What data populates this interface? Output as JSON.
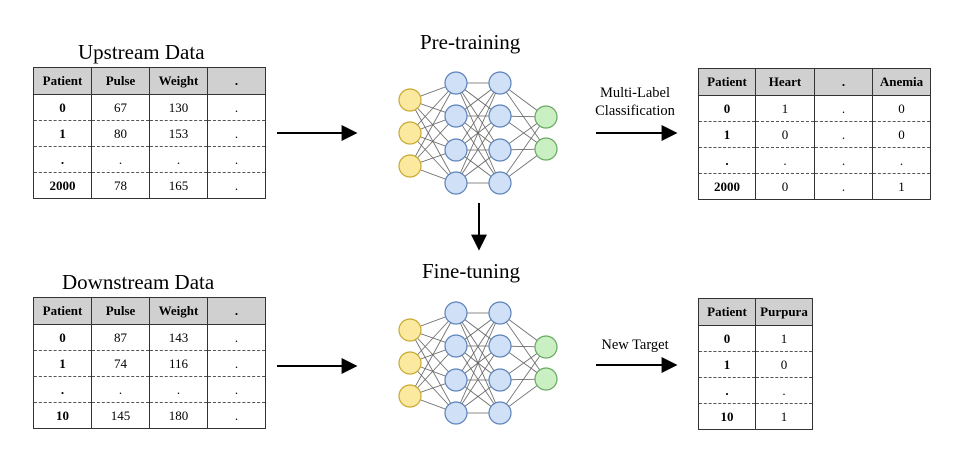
{
  "titles": {
    "upstream": "Upstream Data",
    "downstream": "Downstream Data",
    "pretraining": "Pre-training",
    "finetuning": "Fine-tuning"
  },
  "labels": {
    "multilabel_line1": "Multi-Label",
    "multilabel_line2": "Classification",
    "new_target": "New Target"
  },
  "upstream_table": {
    "headers": [
      "Patient",
      "Pulse",
      "Weight",
      "."
    ],
    "rows": [
      [
        "0",
        "67",
        "130",
        "."
      ],
      [
        "1",
        "80",
        "153",
        "."
      ],
      [
        ".",
        ".",
        ".",
        "."
      ],
      [
        "2000",
        "78",
        "165",
        "."
      ]
    ]
  },
  "downstream_table": {
    "headers": [
      "Patient",
      "Pulse",
      "Weight",
      "."
    ],
    "rows": [
      [
        "0",
        "87",
        "143",
        "."
      ],
      [
        "1",
        "74",
        "116",
        "."
      ],
      [
        ".",
        ".",
        ".",
        "."
      ],
      [
        "10",
        "145",
        "180",
        "."
      ]
    ]
  },
  "multilabel_table": {
    "headers": [
      "Patient",
      "Heart",
      ".",
      "Anemia"
    ],
    "rows": [
      [
        "0",
        "1",
        ".",
        "0"
      ],
      [
        "1",
        "0",
        ".",
        "0"
      ],
      [
        ".",
        ".",
        ".",
        "."
      ],
      [
        "2000",
        "0",
        ".",
        "1"
      ]
    ]
  },
  "target_table": {
    "headers": [
      "Patient",
      "Purpura"
    ],
    "rows": [
      [
        "0",
        "1"
      ],
      [
        "1",
        "0"
      ],
      [
        ".",
        "."
      ],
      [
        "10",
        "1"
      ]
    ]
  },
  "network": {
    "input_color": "#fbe9a0",
    "input_stroke": "#c9a92e",
    "hidden_color": "#cfe0f7",
    "hidden_stroke": "#5d82b8",
    "output_color": "#c9efc2",
    "output_stroke": "#6aa862",
    "edge_color": "#666666"
  }
}
